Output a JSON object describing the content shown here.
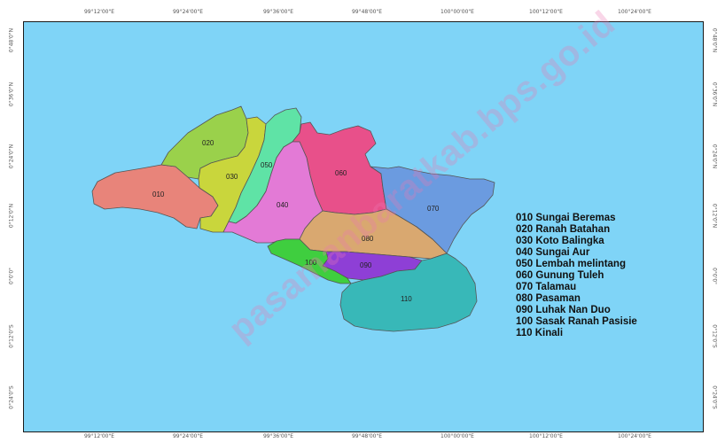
{
  "map": {
    "grid_labels": {
      "top": [
        "99°12'00\"E",
        "99°24'00\"E",
        "99°36'00\"E",
        "99°48'00\"E",
        "100°00'00\"E",
        "100°12'00\"E",
        "100°24'00\"E"
      ],
      "bottom": [
        "99°12'00\"E",
        "99°24'00\"E",
        "99°36'00\"E",
        "99°48'00\"E",
        "100°00'00\"E",
        "100°12'00\"E",
        "100°24'00\"E"
      ],
      "left": [
        "0°48'0\"N",
        "0°36'0\"N",
        "0°24'0\"N",
        "0°12'0\"N",
        "0°0'0\"",
        "0°12'0\"S",
        "0°24'0\"S"
      ],
      "right": [
        "0°48'0\"N",
        "0°36'0\"N",
        "0°24'0\"N",
        "0°12'0\"N",
        "0°0'0\"",
        "0°12'0\"S",
        "0°24'0\"S"
      ]
    },
    "sea_color": "#7fd4f7",
    "regions": [
      {
        "code": "010",
        "name": "Sungai Beremas",
        "color": "#e8847a"
      },
      {
        "code": "020",
        "name": "Ranah Batahan",
        "color": "#9ad14b"
      },
      {
        "code": "030",
        "name": "Koto Balingka",
        "color": "#c9d63c"
      },
      {
        "code": "040",
        "name": "Sungai Aur",
        "color": "#e37ad6"
      },
      {
        "code": "050",
        "name": "Lembah melintang",
        "color": "#5fe3a6"
      },
      {
        "code": "060",
        "name": "Gunung Tuleh",
        "color": "#e8508a"
      },
      {
        "code": "070",
        "name": "Talamau",
        "color": "#6b9be0"
      },
      {
        "code": "080",
        "name": "Pasaman",
        "color": "#d9a870"
      },
      {
        "code": "090",
        "name": "Luhak Nan Duo",
        "color": "#8e3fd6"
      },
      {
        "code": "100",
        "name": "Sasak Ranah Pasisie",
        "color": "#3fce3f"
      },
      {
        "code": "110",
        "name": "Kinali",
        "color": "#38b8b8"
      }
    ],
    "legend": [
      "010 Sungai Beremas",
      "020 Ranah Batahan",
      "030 Koto Balingka",
      "040 Sungai Aur",
      "050 Lembah melintang",
      "060 Gunung Tuleh",
      "070 Talamau",
      "080 Pasaman",
      "090 Luhak Nan Duo",
      "100 Sasak Ranah Pasisie",
      "110 Kinali"
    ],
    "watermark": "pasamanbaratkab.bps.go.id"
  }
}
